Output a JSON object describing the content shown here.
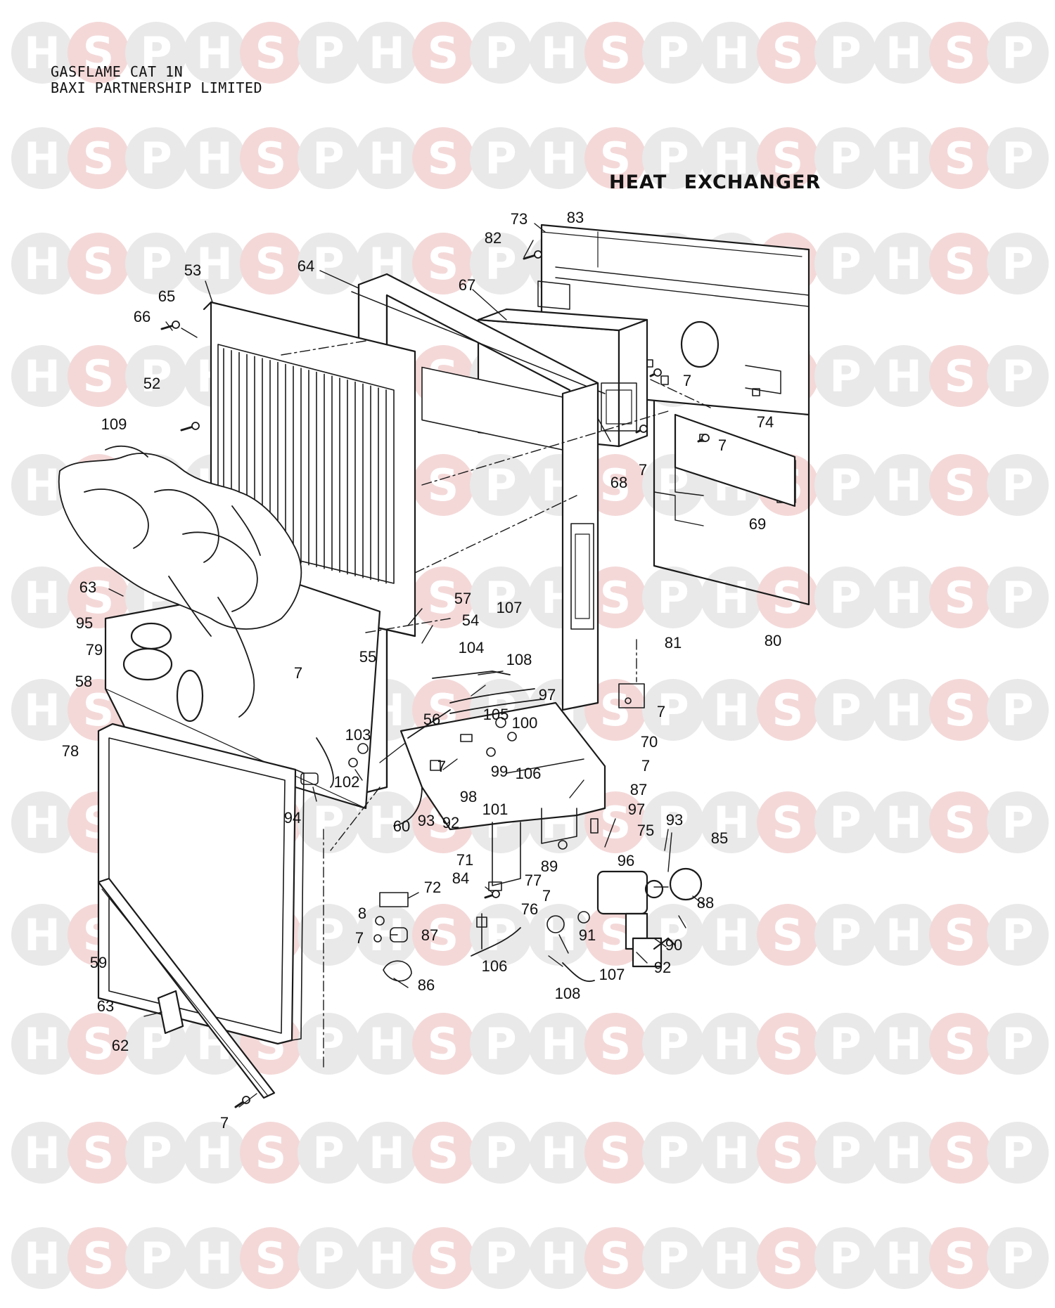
{
  "header": {
    "line1": "GASFLAME CAT 1N",
    "line2": "BAXI PARTNERSHIP LIMITED"
  },
  "diagram_title": "HEAT  EXCHANGER",
  "watermark": {
    "letters": [
      "H",
      "S",
      "P"
    ],
    "colors": {
      "circle": "#e9e9e9",
      "circle_s": "#f4d8d8",
      "letter": "#ffffff"
    }
  },
  "labels": [
    {
      "id": "73",
      "text": "73"
    },
    {
      "id": "83",
      "text": "83"
    },
    {
      "id": "82",
      "text": "82"
    },
    {
      "id": "64",
      "text": "64"
    },
    {
      "id": "67",
      "text": "67"
    },
    {
      "id": "53",
      "text": "53"
    },
    {
      "id": "65",
      "text": "65"
    },
    {
      "id": "66",
      "text": "66"
    },
    {
      "id": "52",
      "text": "52"
    },
    {
      "id": "7a",
      "text": "7"
    },
    {
      "id": "74",
      "text": "74"
    },
    {
      "id": "7b",
      "text": "7"
    },
    {
      "id": "7c",
      "text": "7"
    },
    {
      "id": "68",
      "text": "68"
    },
    {
      "id": "109",
      "text": "109"
    },
    {
      "id": "69",
      "text": "69"
    },
    {
      "id": "63a",
      "text": "63"
    },
    {
      "id": "57",
      "text": "57"
    },
    {
      "id": "54",
      "text": "54"
    },
    {
      "id": "95",
      "text": "95"
    },
    {
      "id": "107a",
      "text": "107"
    },
    {
      "id": "81",
      "text": "81"
    },
    {
      "id": "80",
      "text": "80"
    },
    {
      "id": "79",
      "text": "79"
    },
    {
      "id": "104",
      "text": "104"
    },
    {
      "id": "108a",
      "text": "108"
    },
    {
      "id": "7d",
      "text": "7"
    },
    {
      "id": "55",
      "text": "55"
    },
    {
      "id": "58",
      "text": "58"
    },
    {
      "id": "97a",
      "text": "97"
    },
    {
      "id": "7e",
      "text": "7"
    },
    {
      "id": "56",
      "text": "56"
    },
    {
      "id": "105",
      "text": "105"
    },
    {
      "id": "100",
      "text": "100"
    },
    {
      "id": "78",
      "text": "78"
    },
    {
      "id": "103",
      "text": "103"
    },
    {
      "id": "70",
      "text": "70"
    },
    {
      "id": "7f",
      "text": "7"
    },
    {
      "id": "7g",
      "text": "7"
    },
    {
      "id": "99",
      "text": "99"
    },
    {
      "id": "106a",
      "text": "106"
    },
    {
      "id": "102",
      "text": "102"
    },
    {
      "id": "87a",
      "text": "87"
    },
    {
      "id": "98",
      "text": "98"
    },
    {
      "id": "94",
      "text": "94"
    },
    {
      "id": "101",
      "text": "101"
    },
    {
      "id": "97b",
      "text": "97"
    },
    {
      "id": "60",
      "text": "60"
    },
    {
      "id": "93a",
      "text": "93"
    },
    {
      "id": "92a",
      "text": "92"
    },
    {
      "id": "93b",
      "text": "93"
    },
    {
      "id": "75",
      "text": "75"
    },
    {
      "id": "85",
      "text": "85"
    },
    {
      "id": "71",
      "text": "71"
    },
    {
      "id": "89",
      "text": "89"
    },
    {
      "id": "96",
      "text": "96"
    },
    {
      "id": "84",
      "text": "84"
    },
    {
      "id": "77",
      "text": "77"
    },
    {
      "id": "72",
      "text": "72"
    },
    {
      "id": "7h",
      "text": "7"
    },
    {
      "id": "76",
      "text": "76"
    },
    {
      "id": "88",
      "text": "88"
    },
    {
      "id": "8",
      "text": "8"
    },
    {
      "id": "7i",
      "text": "7"
    },
    {
      "id": "87b",
      "text": "87"
    },
    {
      "id": "91",
      "text": "91"
    },
    {
      "id": "90",
      "text": "90"
    },
    {
      "id": "59",
      "text": "59"
    },
    {
      "id": "106b",
      "text": "106"
    },
    {
      "id": "107b",
      "text": "107"
    },
    {
      "id": "92b",
      "text": "92"
    },
    {
      "id": "86",
      "text": "86"
    },
    {
      "id": "108b",
      "text": "108"
    },
    {
      "id": "63b",
      "text": "63"
    },
    {
      "id": "62",
      "text": "62"
    },
    {
      "id": "7j",
      "text": "7"
    }
  ]
}
